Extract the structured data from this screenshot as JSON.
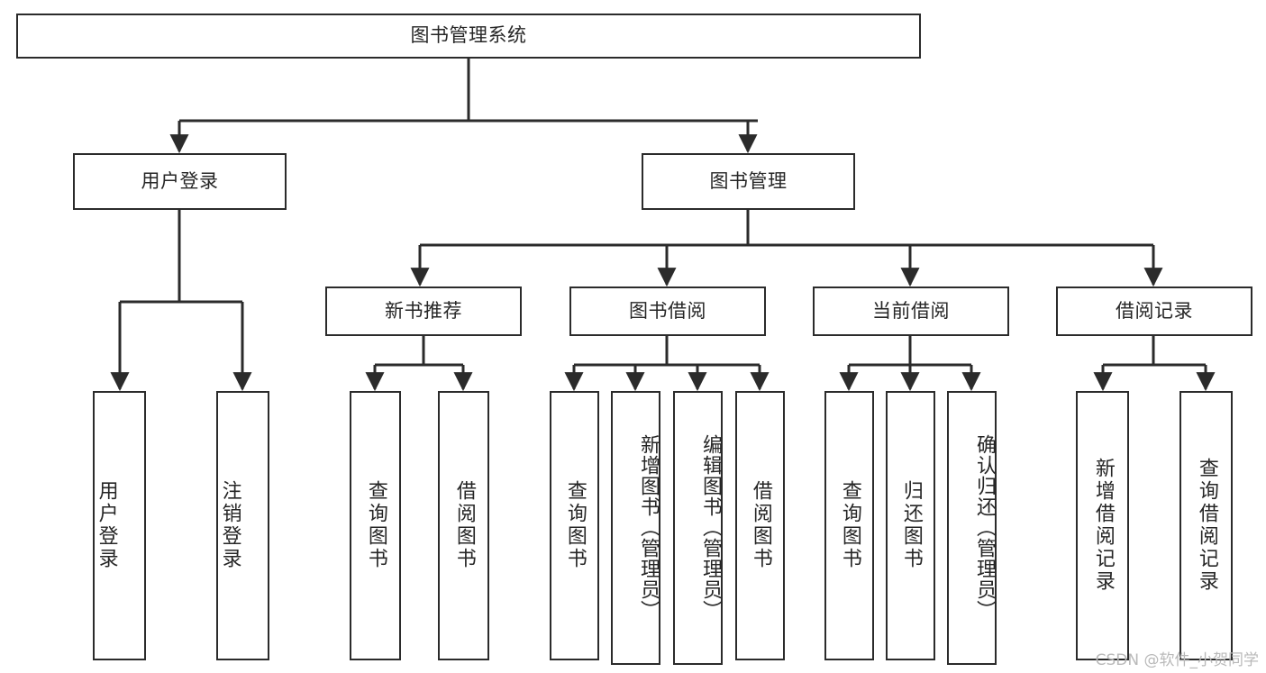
{
  "diagram": {
    "title": "图书管理系统",
    "type": "hierarchy-tree",
    "root": {
      "label": "图书管理系统"
    },
    "level2": [
      {
        "label": "用户登录"
      },
      {
        "label": "图书管理"
      }
    ],
    "level3": [
      {
        "label": "新书推荐"
      },
      {
        "label": "图书借阅"
      },
      {
        "label": "当前借阅"
      },
      {
        "label": "借阅记录"
      }
    ],
    "leaves": {
      "user_login": [
        {
          "label": "用户登录"
        },
        {
          "label": "注销登录"
        }
      ],
      "new_book_recommend": [
        {
          "label": "查询图书"
        },
        {
          "label": "借阅图书"
        }
      ],
      "book_borrow": [
        {
          "label": "查询图书"
        },
        {
          "label": "新增图书（管理员）"
        },
        {
          "label": "编辑图书（管理员）"
        },
        {
          "label": "借阅图书"
        }
      ],
      "current_borrow": [
        {
          "label": "查询图书"
        },
        {
          "label": "归还图书"
        },
        {
          "label": "确认归还（管理员）"
        }
      ],
      "borrow_record": [
        {
          "label": "新增借阅记录"
        },
        {
          "label": "查询借阅记录"
        }
      ]
    }
  },
  "watermark": {
    "text": "CSDN @软件_小贺同学"
  },
  "colors": {
    "stroke": "#2b2b2b",
    "background": "#ffffff",
    "text": "#262626",
    "watermark": "#b9b9b9"
  }
}
